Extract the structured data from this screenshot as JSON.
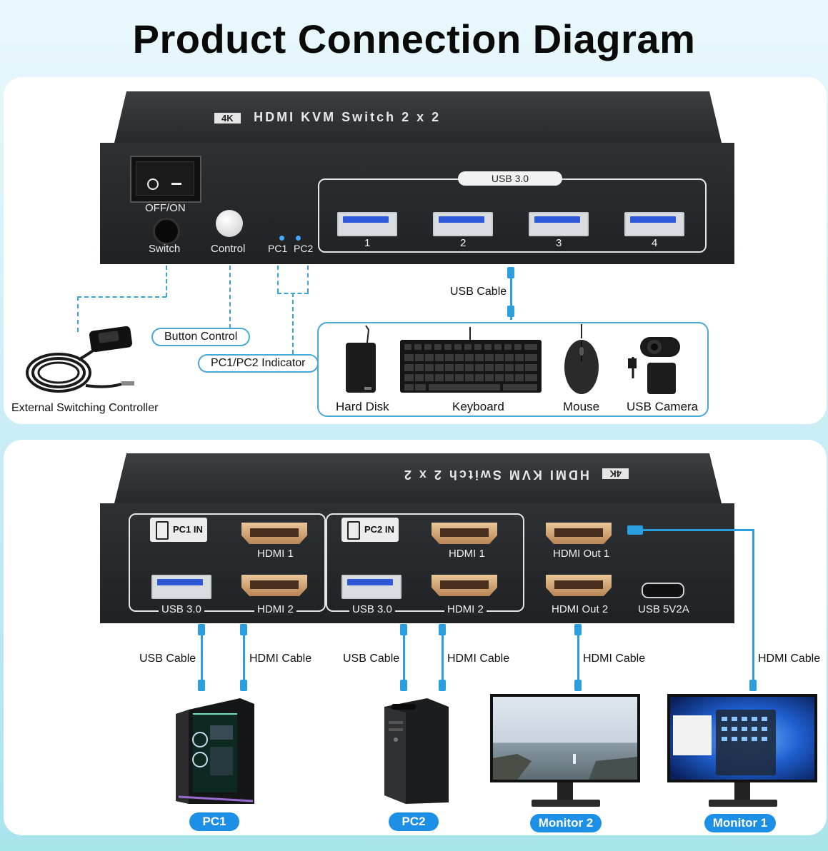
{
  "title": "Product Connection Diagram",
  "front": {
    "device_name": "HDMI KVM Switch 2 x 2",
    "badge": "4K",
    "power_label": "OFF/ON",
    "switch_label": "Switch",
    "control_label": "Control",
    "pc1_led_label": "PC1",
    "pc2_led_label": "PC2",
    "usb_group_label": "USB 3.0",
    "usb_ports": [
      "1",
      "2",
      "3",
      "4"
    ],
    "usb_cable_label": "USB Cable",
    "button_control_label": "Button Control",
    "indicator_label": "PC1/PC2 Indicator",
    "controller_label": "External Switching Controller",
    "devices": [
      "Hard Disk",
      "Keyboard",
      "Mouse",
      "USB Camera"
    ]
  },
  "back": {
    "device_name": "HDMI KVM Switch 2 x 2",
    "badge": "4K",
    "pc1_in": "PC1 IN",
    "pc2_in": "PC2 IN",
    "pc1_hdmi1": "HDMI 1",
    "pc1_hdmi2": "HDMI 2",
    "pc1_usb": "USB 3.0",
    "pc2_hdmi1": "HDMI 1",
    "pc2_hdmi2": "HDMI 2",
    "pc2_usb": "USB 3.0",
    "hdmi_out1": "HDMI Out 1",
    "hdmi_out2": "HDMI Out 2",
    "usb_power": "USB 5V2A",
    "cables": [
      "USB Cable",
      "HDMI Cable",
      "USB Cable",
      "HDMI Cable",
      "HDMI Cable",
      "HDMI Cable"
    ],
    "targets": [
      "PC1",
      "PC2",
      "Monitor 2",
      "Monitor 1"
    ]
  },
  "colors": {
    "accent": "#1c8fe6",
    "line": "#2b9ee0",
    "box": "#25282a"
  }
}
